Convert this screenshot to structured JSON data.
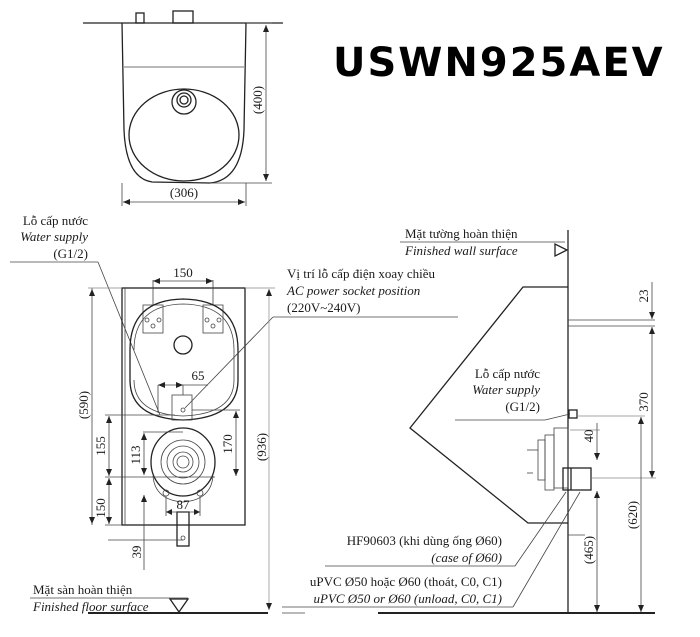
{
  "title": "USWN925AEV",
  "top_view": {
    "width_dim": "(306)",
    "depth_dim": "(400)"
  },
  "front_view": {
    "water_supply": {
      "vi": "Lỗ cấp nước",
      "en": "Water supply",
      "spec": "(G1/2)"
    },
    "power_socket": {
      "vi": "Vị trí lỗ cấp điện xoay chiều",
      "en": "AC power socket position",
      "spec": "(220V~240V)"
    },
    "dims": {
      "bracket_spacing": "150",
      "socket_offset": "65",
      "height_to_socket": "(590)",
      "dim_155": "155",
      "dim_113": "113",
      "dim_170": "170",
      "total_height": "(936)",
      "dim_150": "150",
      "outlet_width": "87",
      "dim_39": "39"
    },
    "floor": {
      "vi": "Mặt sàn hoàn thiện",
      "en": "Finished floor surface"
    }
  },
  "side_view": {
    "wall": {
      "vi": "Mặt tường hoàn thiện",
      "en": "Finished wall surface"
    },
    "water_supply": {
      "vi": "Lỗ cấp nước",
      "en": "Water supply",
      "spec": "(G1/2)"
    },
    "dims": {
      "dim_23": "23",
      "dim_370": "370",
      "dim_40": "40",
      "dim_620": "(620)",
      "dim_465": "(465)"
    },
    "hf_label": {
      "vi": "HF90603 (khi dùng ống Ø60)",
      "en": "(case of Ø60)"
    },
    "upvc_label": {
      "vi": "uPVC Ø50 hoặc Ø60 (thoát, C0, C1)",
      "en": "uPVC Ø50 or Ø60 (unload, C0, C1)"
    }
  }
}
